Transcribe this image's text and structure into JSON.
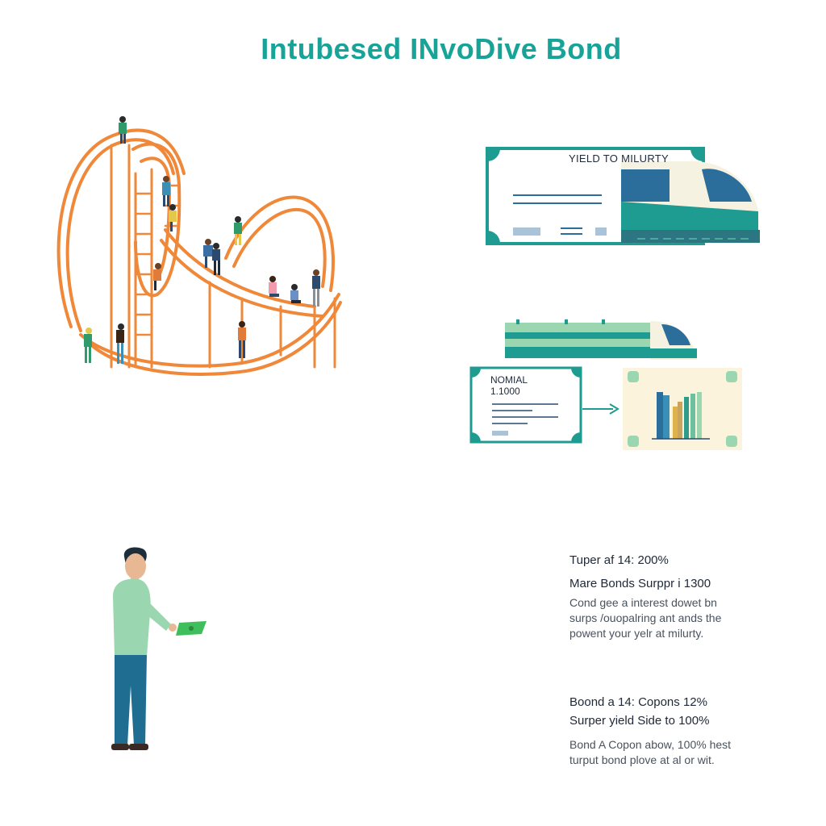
{
  "header": {
    "title": "Intubesed INvoDive Bond"
  },
  "bond_card_top": {
    "label": "YIELD TO MILURTY"
  },
  "bond_card_mid": {
    "label_line1": "NOMIAL",
    "label_line2": "1.1000"
  },
  "notes_block_1": {
    "heading": "Tuper af 14: 200%",
    "subheading": "Mare Bonds Surppr i 1300",
    "body_lines": [
      "Cond gee a interest dowet bn",
      "surps /ouopalring ant ands the",
      "powent your yelr at milurty."
    ]
  },
  "notes_block_2": {
    "heading": "Boond a 14: Copons 12%",
    "subheading": "Surper yield Side to 100%",
    "body_lines": [
      "Bond A Copon abow, 100% hest",
      "turput bond plove at al or wit."
    ]
  },
  "colors": {
    "accent_teal": "#17a398",
    "coaster_orange": "#f0883a",
    "train_teal": "#1f9c92",
    "train_blue": "#2c6e9b",
    "mint": "#9ad7b0",
    "cream": "#fbf3dc"
  }
}
